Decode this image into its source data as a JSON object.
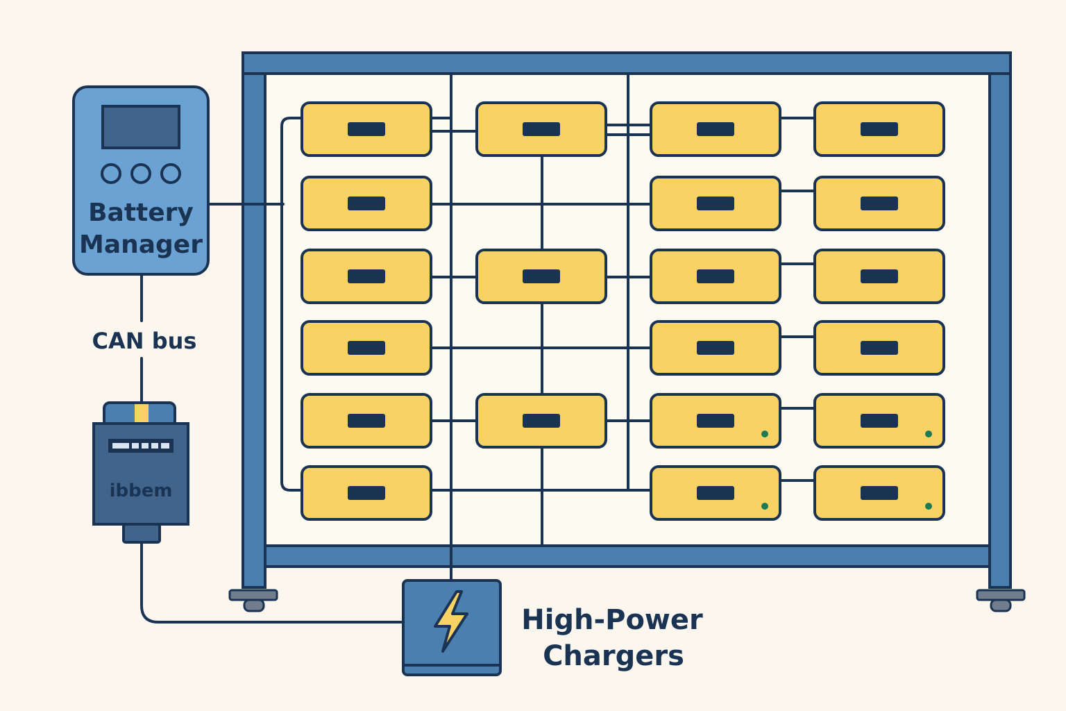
{
  "labels": {
    "battery_manager_line1": "Battery",
    "battery_manager_line2": "Manager",
    "can_bus": "CAN bus",
    "adapter_brand": "ibbem",
    "chargers_line1": "High-Power",
    "chargers_line2": "Chargers"
  },
  "icons": {
    "charger": "lightning-bolt-icon",
    "manager_display": "display-screen-icon",
    "manager_buttons": "round-button-icon",
    "adapter": "can-adapter-icon"
  },
  "colors": {
    "background": "#fbf7ef",
    "outline": "#1b3352",
    "frame_blue": "#4a7fb0",
    "manager_blue": "#6aa2d4",
    "module_yellow": "#f8d364",
    "status_green": "#1d7a52"
  },
  "battery_grid": {
    "columns": 4,
    "rows": 6,
    "modules": [
      {
        "col": 0,
        "row": 0,
        "status_led": false
      },
      {
        "col": 1,
        "row": 0,
        "status_led": false
      },
      {
        "col": 2,
        "row": 0,
        "status_led": false
      },
      {
        "col": 3,
        "row": 0,
        "status_led": false
      },
      {
        "col": 0,
        "row": 1,
        "status_led": false
      },
      {
        "col": 2,
        "row": 1,
        "status_led": false
      },
      {
        "col": 3,
        "row": 1,
        "status_led": false
      },
      {
        "col": 0,
        "row": 2,
        "status_led": false
      },
      {
        "col": 1,
        "row": 2,
        "status_led": false
      },
      {
        "col": 2,
        "row": 2,
        "status_led": false
      },
      {
        "col": 3,
        "row": 2,
        "status_led": false
      },
      {
        "col": 0,
        "row": 3,
        "status_led": false
      },
      {
        "col": 2,
        "row": 3,
        "status_led": false
      },
      {
        "col": 3,
        "row": 3,
        "status_led": false
      },
      {
        "col": 0,
        "row": 4,
        "status_led": false
      },
      {
        "col": 1,
        "row": 4,
        "status_led": false
      },
      {
        "col": 2,
        "row": 4,
        "status_led": true
      },
      {
        "col": 3,
        "row": 4,
        "status_led": true
      },
      {
        "col": 0,
        "row": 5,
        "status_led": false
      },
      {
        "col": 2,
        "row": 5,
        "status_led": true
      },
      {
        "col": 3,
        "row": 5,
        "status_led": true
      }
    ]
  }
}
